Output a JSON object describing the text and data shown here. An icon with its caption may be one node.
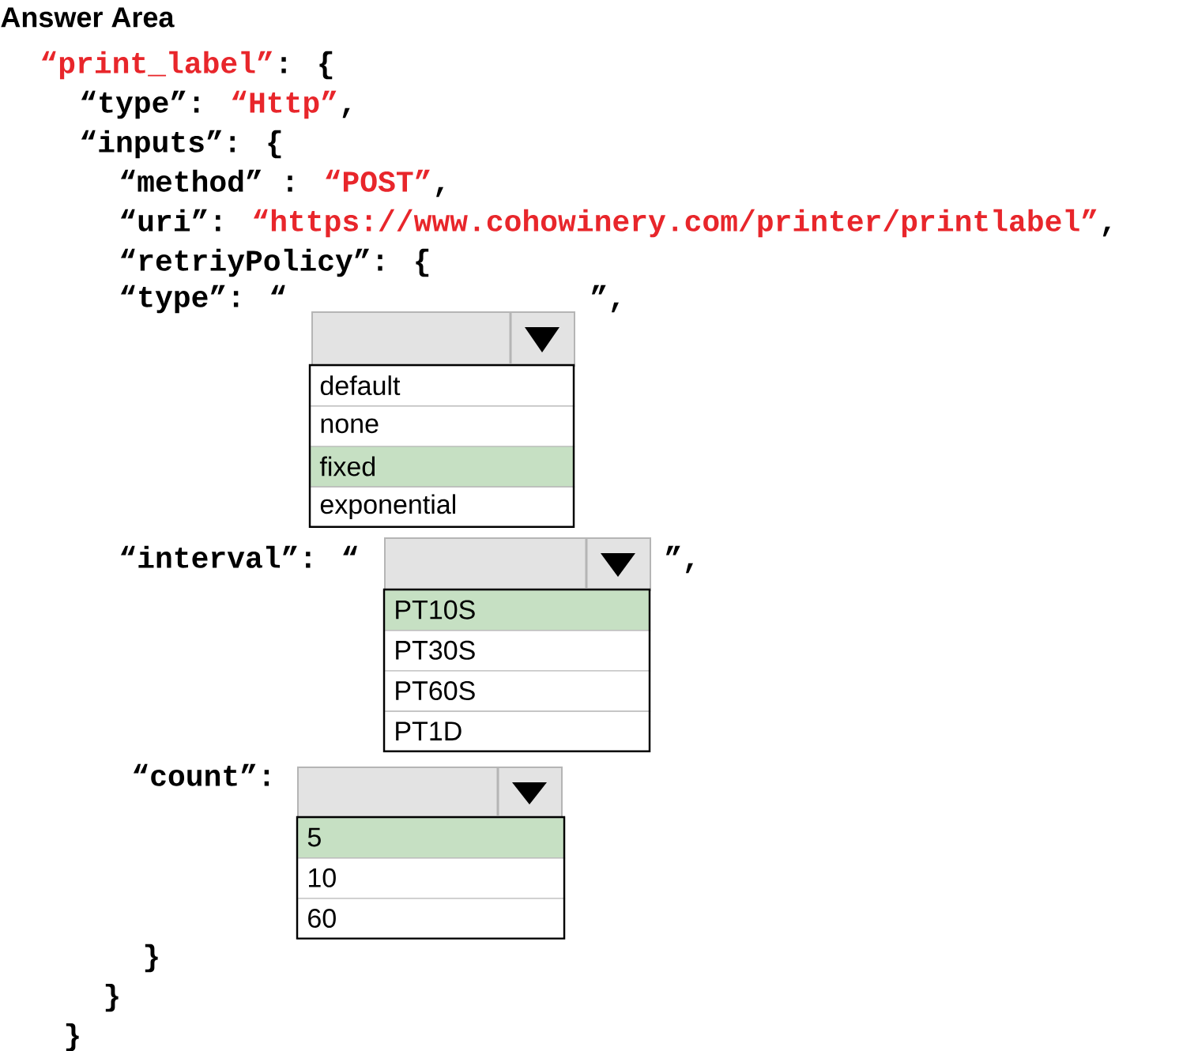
{
  "diagram": {
    "title": "Answer Area",
    "nodes": [
      {
        "text": [],
        "shape": "box"
      },
      {
        "text": [
          "default"
        ]
      },
      {
        "text": [
          "none"
        ]
      },
      {
        "text": [
          "fixed"
        ]
      },
      {
        "text": [
          "exponential"
        ]
      },
      {
        "text": [],
        "shape": "box"
      },
      {
        "text": [
          "PT10S"
        ]
      },
      {
        "text": [
          "PT30S"
        ]
      },
      {
        "text": [
          "PT60S"
        ]
      },
      {
        "text": [
          "PT1D"
        ]
      },
      {
        "text": [],
        "shape": "box"
      },
      {
        "text": [
          "5"
        ]
      },
      {
        "text": [
          "10"
        ]
      },
      {
        "text": [
          "60"
        ]
      }
    ],
    "edges": [],
    "labels": [
      "“print_label”",
      ": {",
      "“type”: ",
      "“Http”",
      ",",
      "“inputs”: {",
      "“method” : ",
      "“POST”",
      ",",
      "“uri”: ",
      "“https://www.cohowinery.com/printer/printlabel”",
      ",",
      "“retriyPolicy”: {",
      "“type”: “",
      "”,",
      "“interval”: “",
      "”,",
      "“count”:",
      "}",
      "}",
      "}"
    ]
  }
}
